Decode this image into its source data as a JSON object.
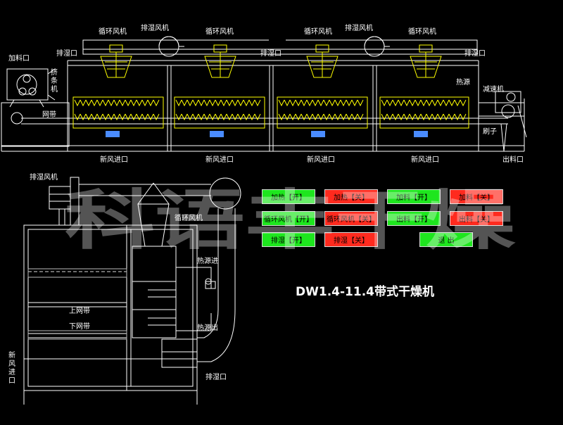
{
  "colors": {
    "background": "#000000",
    "line": "#ffffff",
    "fan": "#ffff00",
    "heater": "#ffff00",
    "drive": "#4a8cff",
    "button_on": "#1ee61e",
    "button_off": "#ff2a1e"
  },
  "top_view": {
    "feed_inlet": "加料口",
    "extruder": [
      "挤",
      "条",
      "机"
    ],
    "mesh_belt": "网带",
    "circulation_fan": "循环风机",
    "exhaust_fan": "排湿风机",
    "exhaust_port": "排湿口",
    "heat_source": "热源",
    "reducer": "减速机",
    "brush": "刷子",
    "fresh_air_inlet": "新风进口",
    "discharge_outlet": "出料口"
  },
  "side_view": {
    "exhaust_fan": "排湿风机",
    "circulation_fan": "循环风机",
    "heat_in": "热源进",
    "heat_out": "热源出",
    "upper_belt": "上网带",
    "lower_belt": "下网带",
    "exhaust_port": "排湿口",
    "fresh_air_inlet": [
      "新",
      "风",
      "进",
      "口"
    ]
  },
  "watermark": "科语丰干燥",
  "controls": [
    {
      "label": "加热【开】",
      "state": "on"
    },
    {
      "label": "加热【关】",
      "state": "off"
    },
    {
      "label": "加料【开】",
      "state": "on"
    },
    {
      "label": "加料【关】",
      "state": "off"
    },
    {
      "label": "循环风机【开】",
      "state": "on"
    },
    {
      "label": "循环风机【关】",
      "state": "off"
    },
    {
      "label": "出料【开】",
      "state": "on"
    },
    {
      "label": "出料【关】",
      "state": "off"
    },
    {
      "label": "排湿【开】",
      "state": "on"
    },
    {
      "label": "排湿【关】",
      "state": "off"
    },
    {
      "label": "退 出",
      "state": "on"
    }
  ],
  "title": "DW1.4-11.4带式干燥机"
}
